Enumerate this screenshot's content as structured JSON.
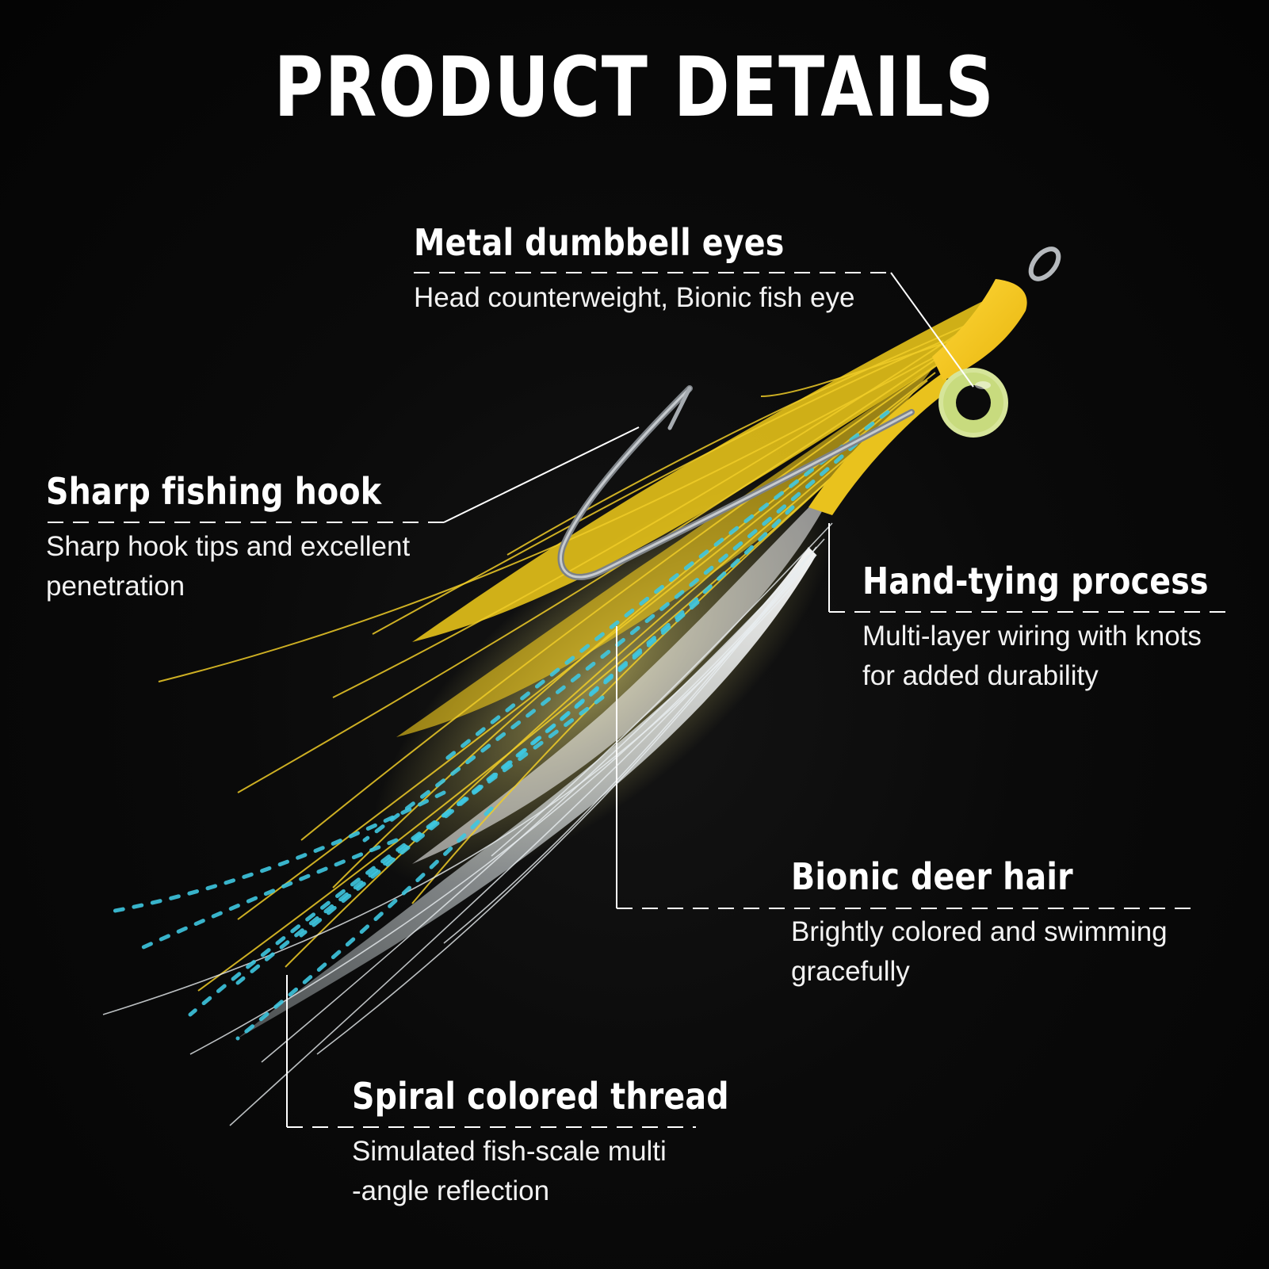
{
  "title": "PRODUCT DETAILS",
  "callouts": {
    "eyes": {
      "heading": "Metal dumbbell eyes",
      "desc": "Head counterweight, Bionic fish eye"
    },
    "hook": {
      "heading": "Sharp fishing hook",
      "desc": "Sharp hook tips and excellent\npenetration"
    },
    "tying": {
      "heading": "Hand-tying process",
      "desc": "Multi-layer wiring with knots\nfor added durability"
    },
    "hair": {
      "heading": "Bionic deer hair",
      "desc": "Brightly colored and swimming\ngracefully"
    },
    "thread": {
      "heading": "Spiral colored thread",
      "desc": "Simulated fish-scale multi\n-angle reflection"
    }
  },
  "colors": {
    "background": "#050505",
    "text": "#ffffff",
    "lure_yellow": "#f2cc1a",
    "lure_white": "#eef0f0",
    "flash_blue": "#3ec7e0",
    "hook_steel": "#8a8f94",
    "eye_green": "#d6e59a"
  },
  "illustration": {
    "subject": "yellow and white bucktail clouser fly fishing lure with metal dumbbell eyes"
  }
}
